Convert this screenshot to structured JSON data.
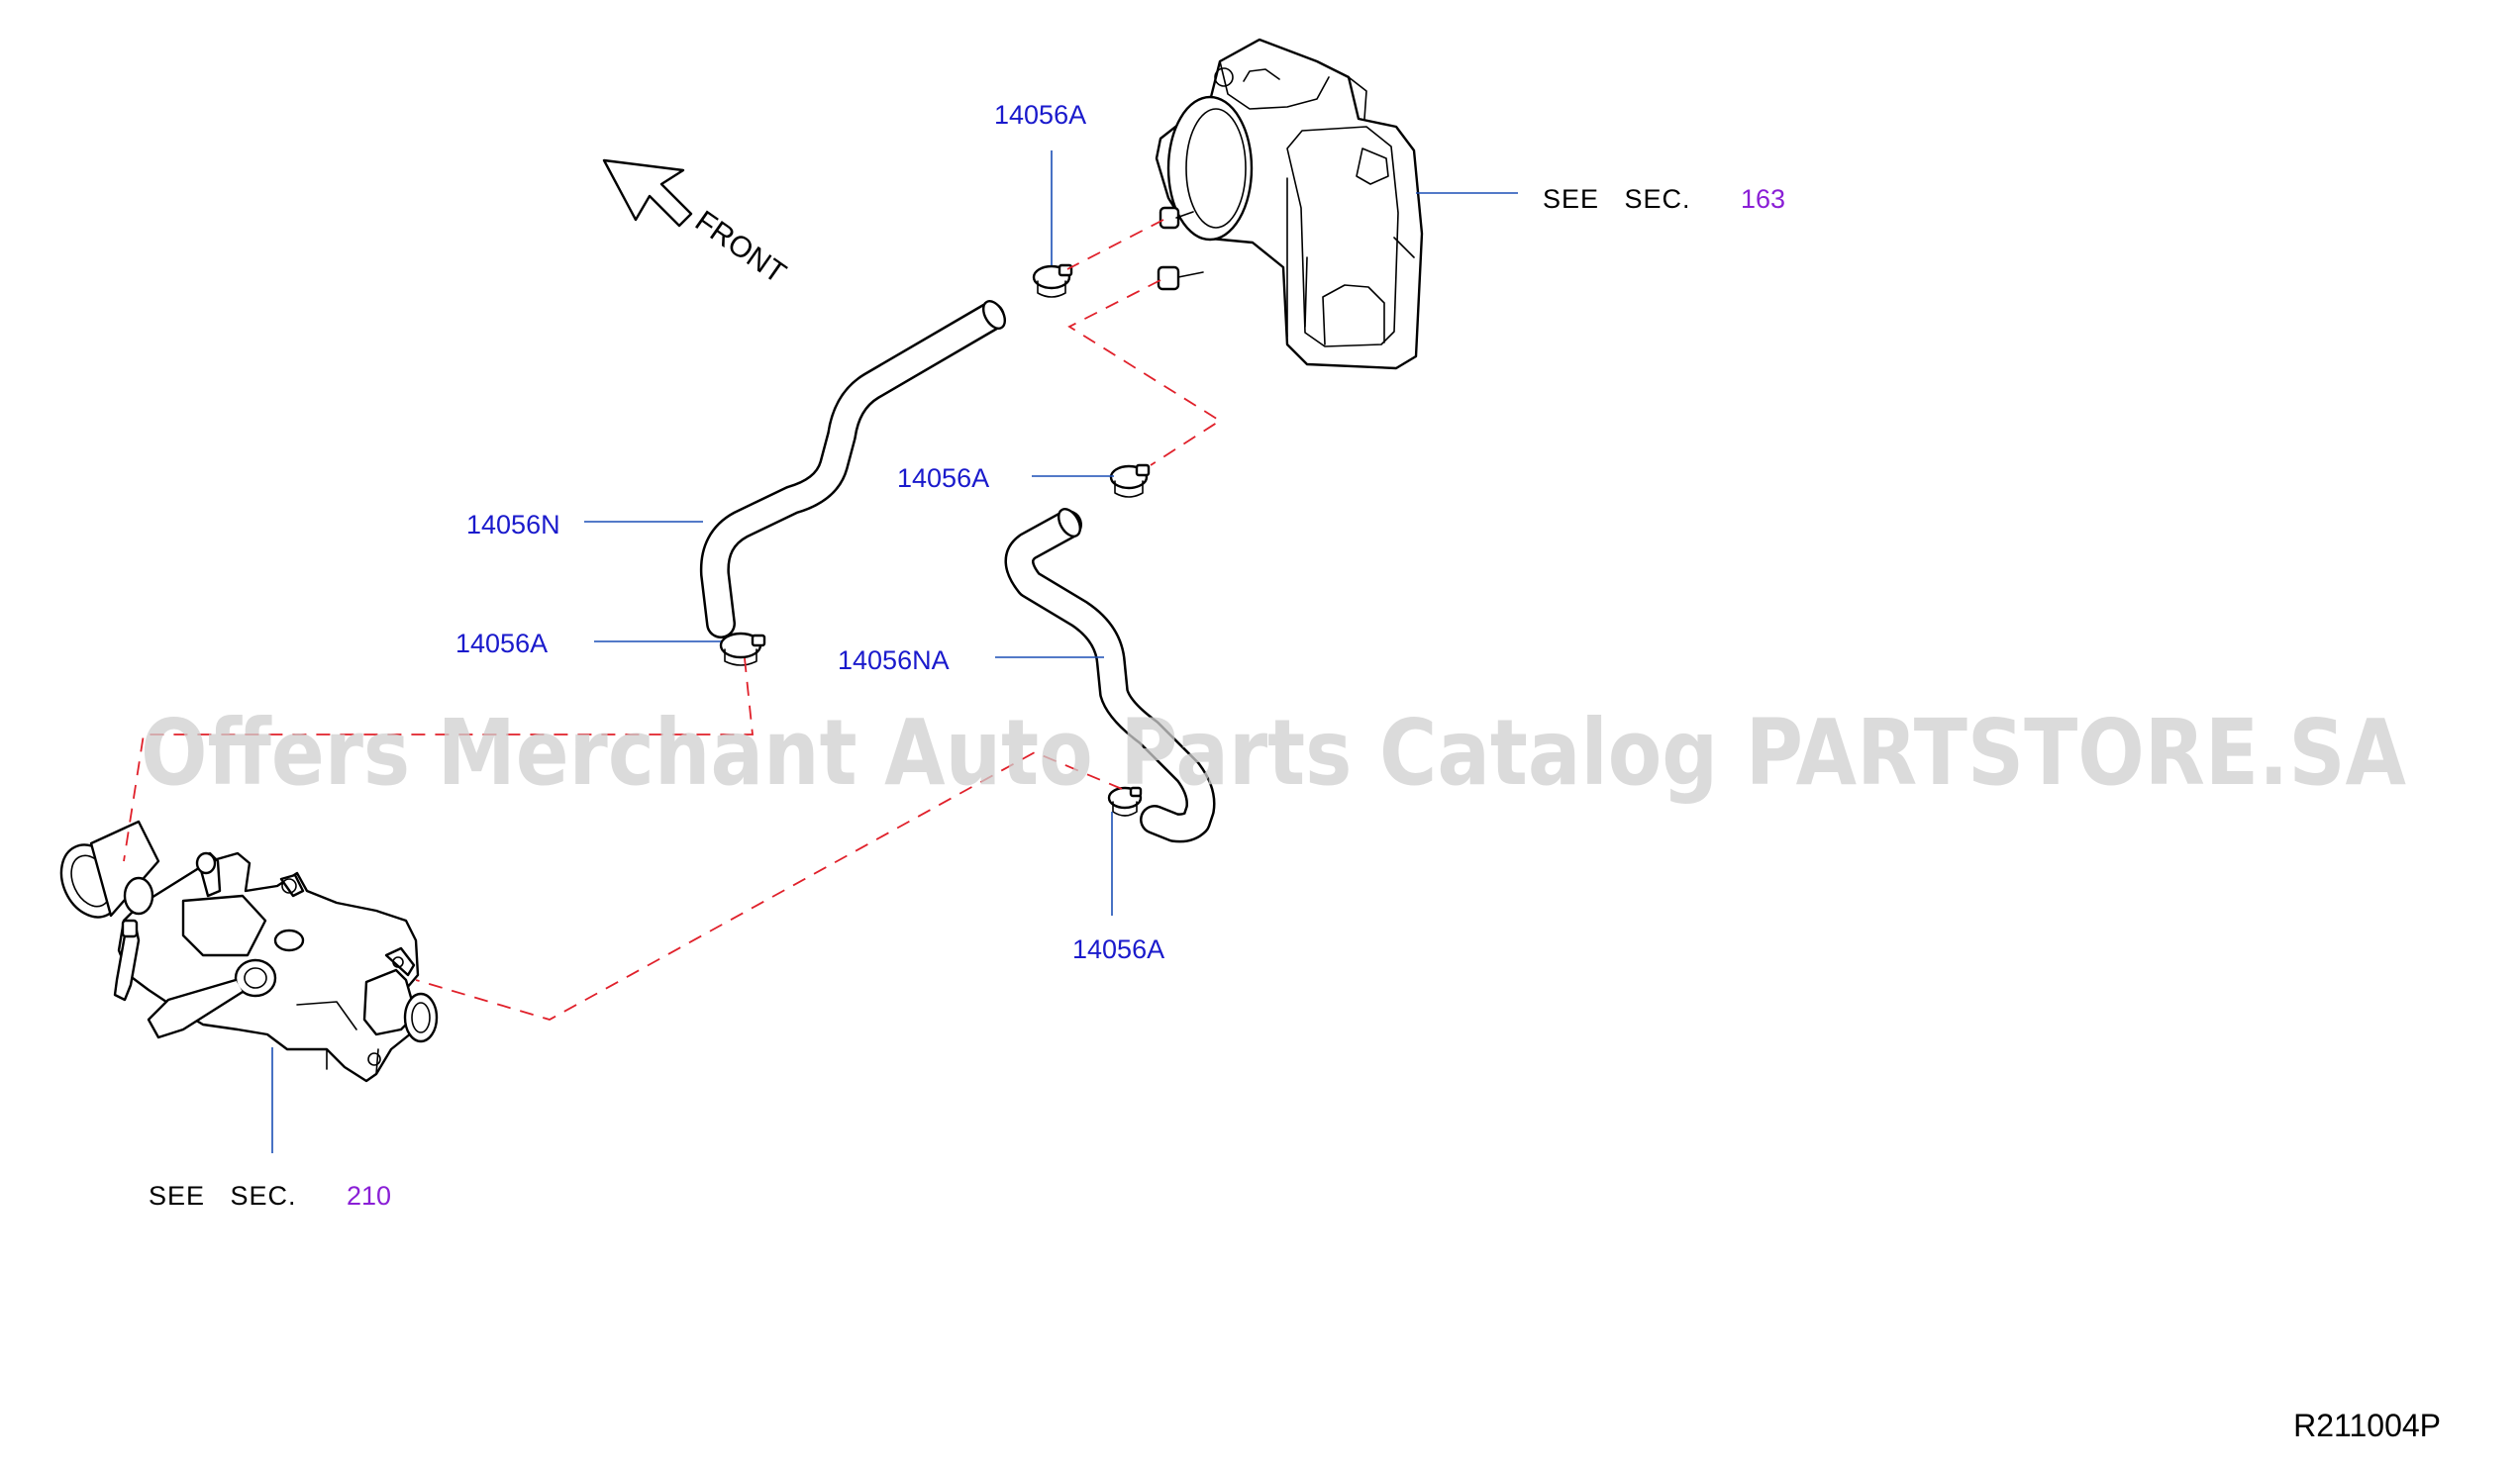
{
  "diagram": {
    "orientation": {
      "label": "FRONT",
      "icon": "front-direction-arrow-icon"
    },
    "callouts": {
      "clamp_throttle_top": "14056A",
      "clamp_throttle_lower": "14056A",
      "hose_left": "14056N",
      "clamp_left": "14056A",
      "hose_right": "14056NA",
      "clamp_bottom": "14056A"
    },
    "references": {
      "throttle_body": {
        "text": "SEE   SEC.",
        "number": "163"
      },
      "water_outlet": {
        "text": "SEE   SEC.",
        "number": "210"
      }
    },
    "diagram_code": "R211004P",
    "watermark": "Offers Merchant Auto Parts Catalog PARTSTORE.SA",
    "colors": {
      "part_number": "#1a1acc",
      "section_number": "#8a1fd6",
      "leader_line": "#1a4fb5",
      "connection_dash": "#e0202a",
      "watermark": "#cfcfcf"
    }
  }
}
